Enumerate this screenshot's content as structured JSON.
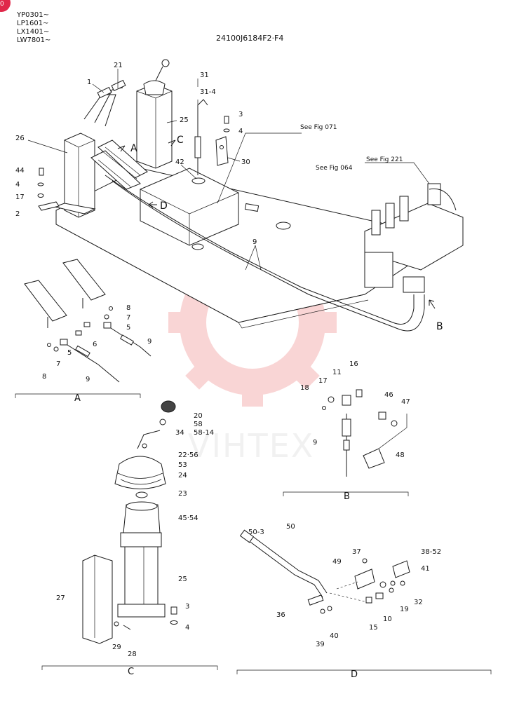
{
  "badge": {
    "text": "0",
    "color": "#e0284a"
  },
  "header": {
    "serials": [
      "YP0301~",
      "LP1601~",
      "LX1401~",
      "LW7801~"
    ],
    "drawing_code": "24100J6184F2·F4"
  },
  "references": {
    "fig071": "See Fig 071",
    "fig064": "See Fig 064",
    "fig221": "See Fig 221"
  },
  "watermark": {
    "text": "VIHTEX",
    "color": "#f08a8a"
  },
  "view_markers": {
    "A": "A",
    "B": "B",
    "C": "C",
    "D": "D"
  },
  "sections": {
    "A": "A",
    "B": "B",
    "C": "C",
    "D": "D"
  },
  "callouts": {
    "main": {
      "c21": "21",
      "c1": "1",
      "c25": "25",
      "c31": "31",
      "c31_4": "31-4",
      "c3": "3",
      "c4": "4",
      "c26": "26",
      "c44": "44",
      "c4b": "4",
      "c17": "17",
      "c2": "2",
      "c42": "42",
      "c30": "30",
      "c9": "9"
    },
    "a": {
      "c8a": "8",
      "c7a": "7",
      "c5a": "5",
      "c6": "6",
      "c9a": "9",
      "c5b": "5",
      "c7b": "7",
      "c8b": "8",
      "c9b": "9"
    },
    "b": {
      "c16": "16",
      "c11": "11",
      "c17": "17",
      "c18": "18",
      "c46": "46",
      "c47": "47",
      "c9": "9",
      "c48": "48"
    },
    "c": {
      "c20": "20",
      "c58": "58",
      "c58_14": "58-14",
      "c34": "34",
      "c22_56": "22·56",
      "c53": "53",
      "c24": "24",
      "c23": "23",
      "c45_54": "45·54",
      "c25": "25",
      "c27": "27",
      "c3": "3",
      "c4": "4",
      "c29": "29",
      "c28": "28"
    },
    "d": {
      "c50": "50",
      "c50_3": "50-3",
      "c37": "37",
      "c38_52": "38-52",
      "c49": "49",
      "c41": "41",
      "c36": "36",
      "c32": "32",
      "c19": "19",
      "c10": "10",
      "c15": "15",
      "c39": "39",
      "c40": "40"
    }
  }
}
